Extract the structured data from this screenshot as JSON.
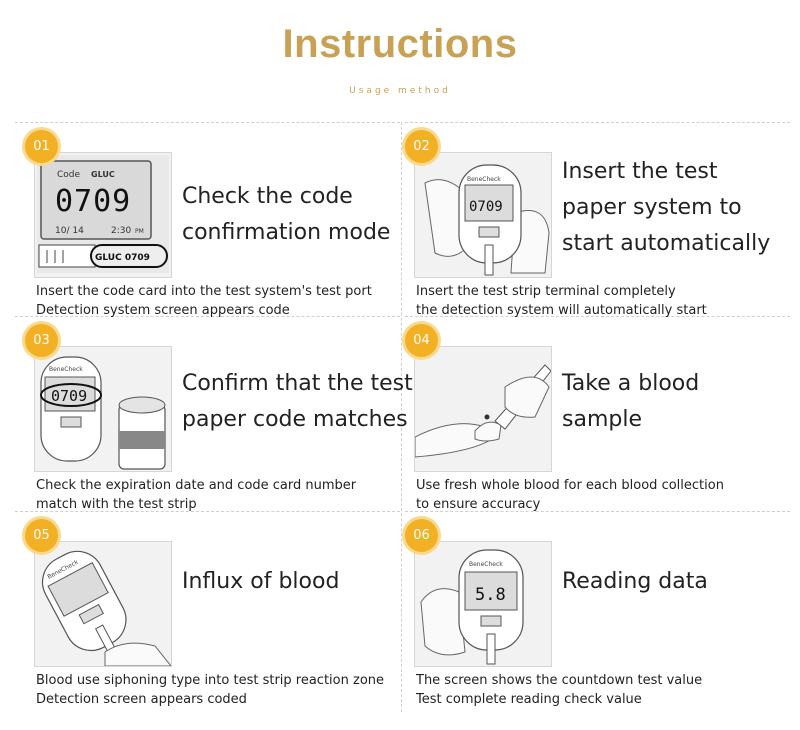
{
  "header": {
    "title": "Instructions",
    "subtitle": "Usage method"
  },
  "steps": [
    {
      "number": "01",
      "title_lines": [
        "Check the code",
        "confirmation mode"
      ],
      "desc_lines": [
        "Insert the code card into the test system's test port",
        "Detection system screen appears code"
      ],
      "image": {
        "code_label": "Code",
        "type_label": "GLUC",
        "code_value": "0709",
        "date": "10/ 14",
        "time": "2:30",
        "time_suffix": "PM",
        "card_text": "GLUC 0709"
      }
    },
    {
      "number": "02",
      "title_lines": [
        "Insert the test",
        "paper system to",
        "start automatically"
      ],
      "desc_lines": [
        "Insert the test strip terminal completely",
        "the detection system will automatically start"
      ],
      "image": {
        "brand": "BeneCheck",
        "code_value": "0709"
      }
    },
    {
      "number": "03",
      "title_lines": [
        "Confirm that the test",
        "paper code matches"
      ],
      "desc_lines": [
        "Check the expiration date and code card number",
        "match with the test strip"
      ],
      "image": {
        "brand": "BeneCheck",
        "code_value": "0709"
      }
    },
    {
      "number": "04",
      "title_lines": [
        "Take a blood",
        "sample"
      ],
      "desc_lines": [
        "Use fresh whole blood for each blood collection",
        "to ensure accuracy"
      ],
      "image": {}
    },
    {
      "number": "05",
      "title_lines": [
        "Influx of blood"
      ],
      "desc_lines": [
        "Blood use siphoning type into test strip reaction zone",
        "Detection screen appears coded"
      ],
      "image": {
        "brand": "BeneCheck"
      }
    },
    {
      "number": "06",
      "title_lines": [
        "Reading data"
      ],
      "desc_lines": [
        "The screen shows the countdown test value",
        "Test complete reading check value"
      ],
      "image": {
        "brand": "BeneCheck",
        "reading": "5.8"
      }
    }
  ]
}
